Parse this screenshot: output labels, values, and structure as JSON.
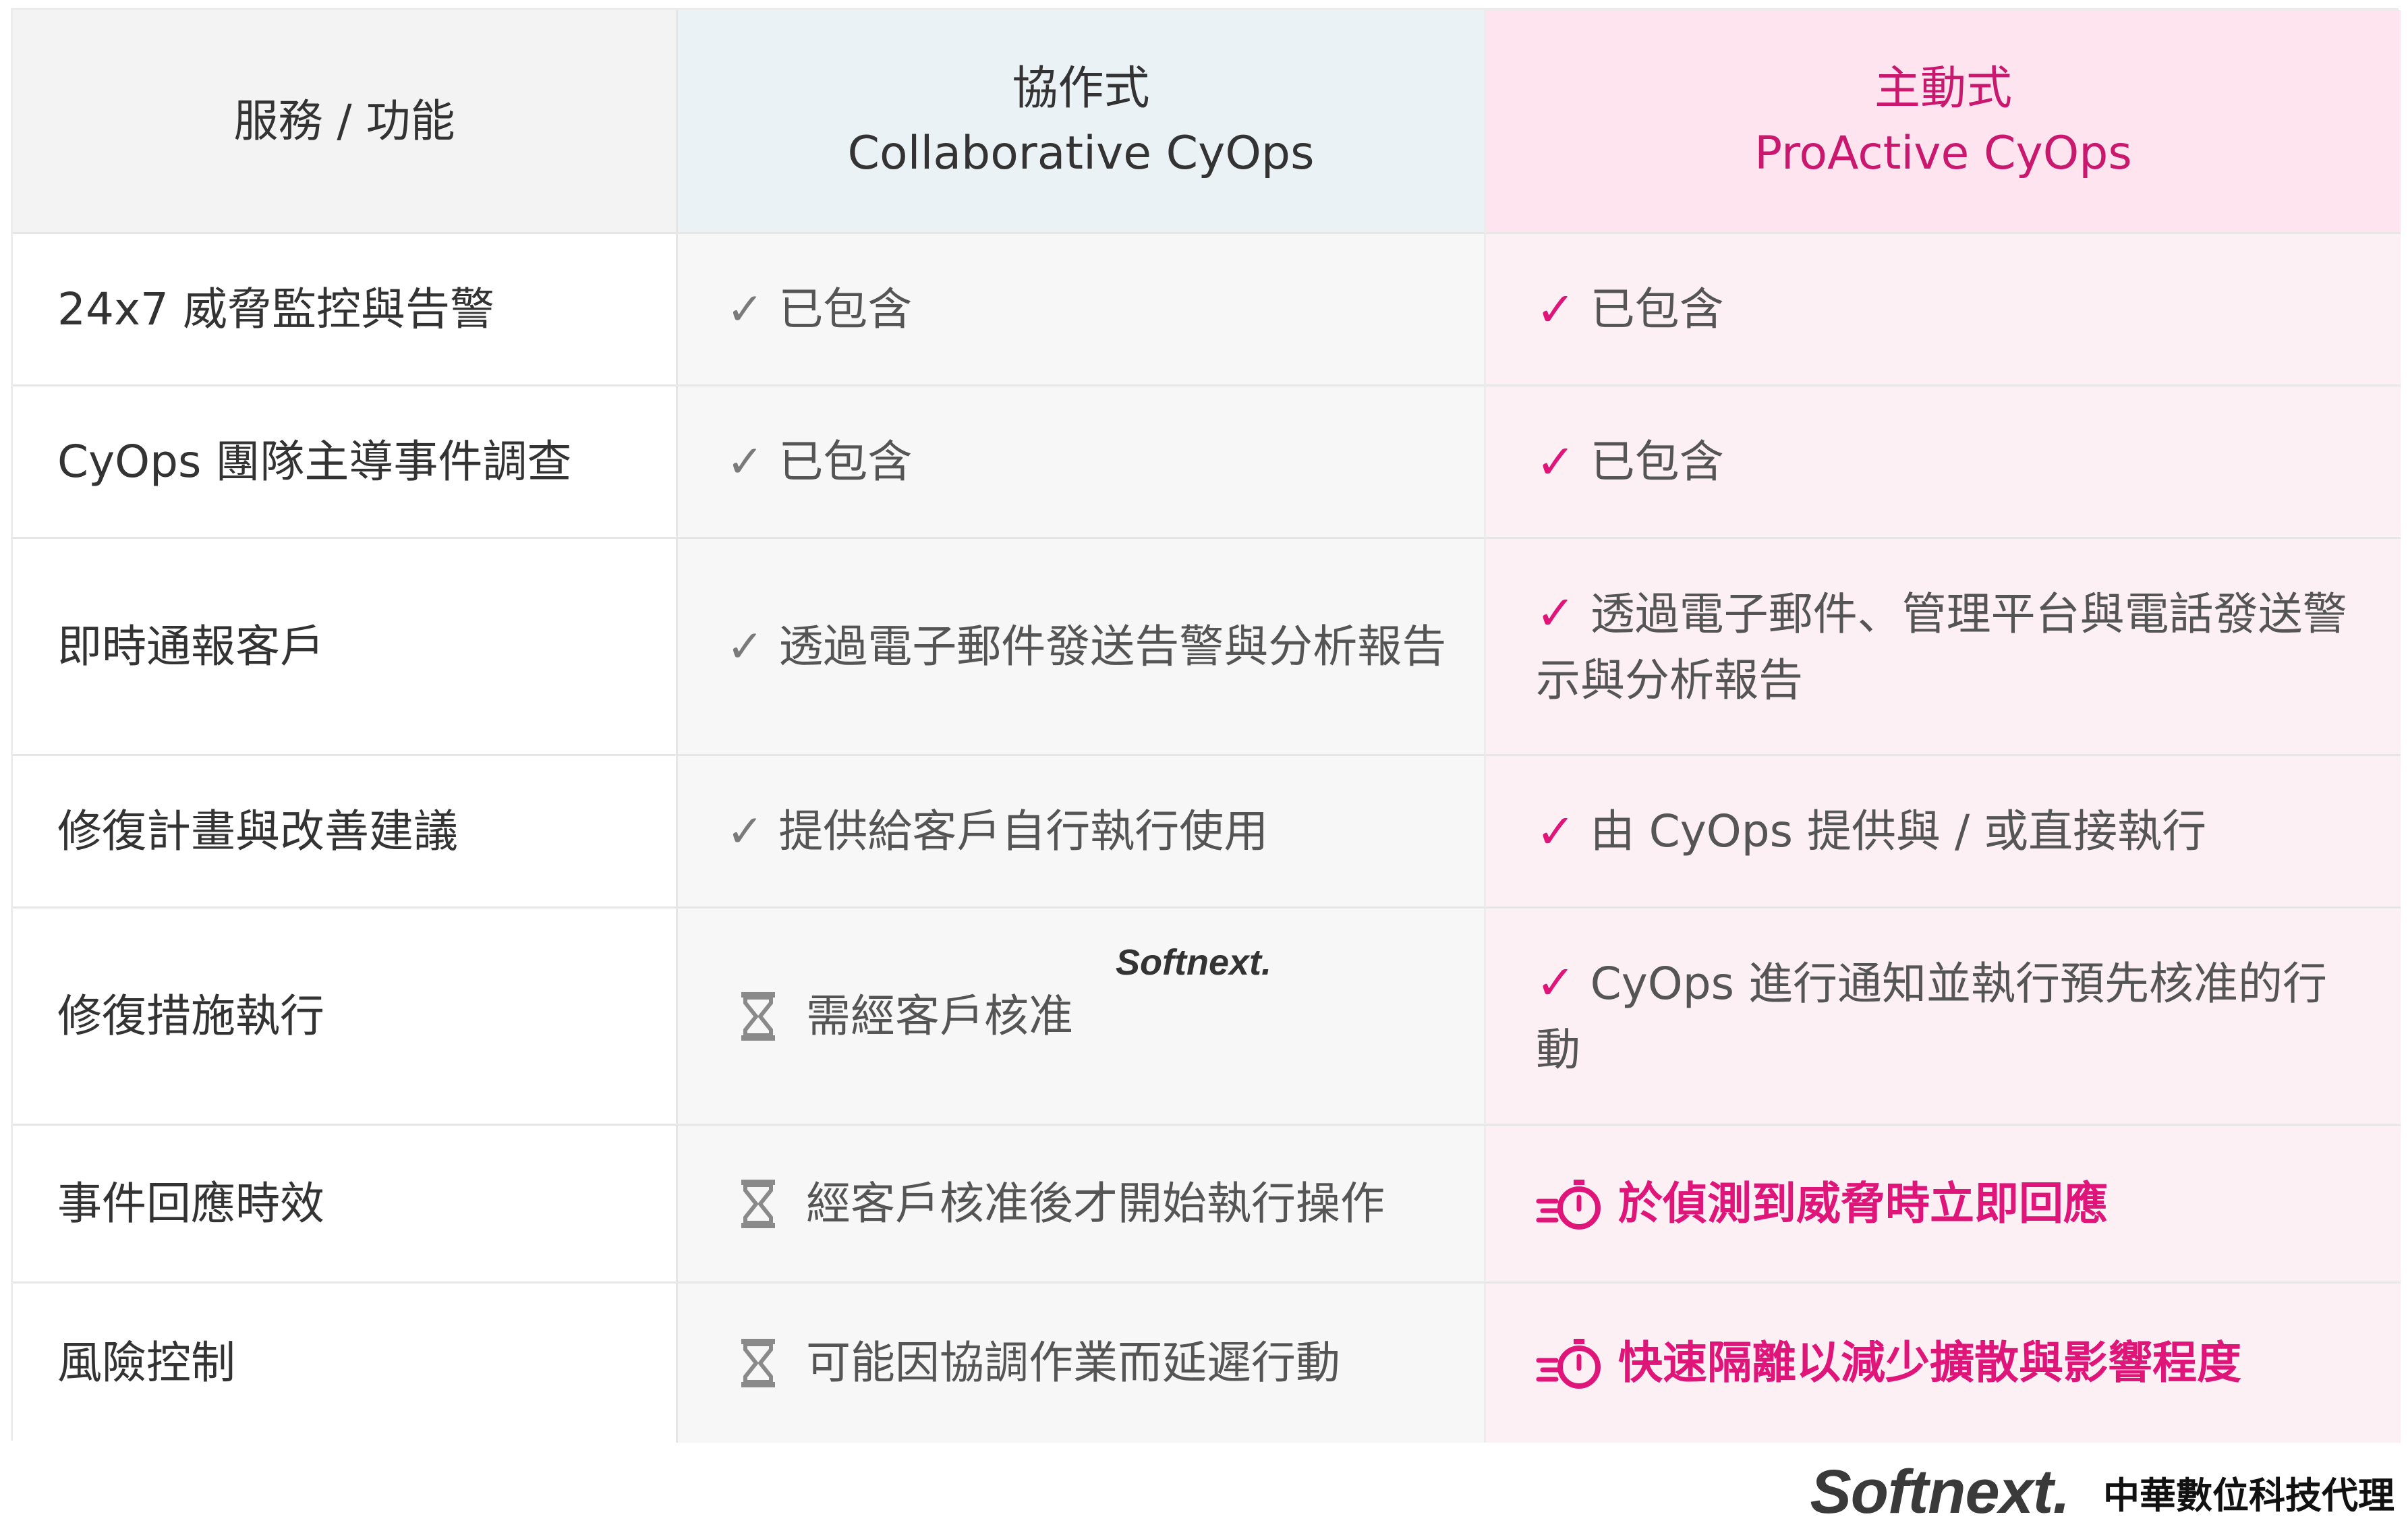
{
  "header": {
    "col1": "服務 / 功能",
    "col2_line1": "協作式",
    "col2_line2": "Collaborative CyOps",
    "col3_line1": "主動式",
    "col3_line2": "ProActive CyOps"
  },
  "rows": [
    {
      "feature": "24x7 威脅監控與告警",
      "collab": "已包含",
      "proactive": "已包含"
    },
    {
      "feature": "CyOps 團隊主導事件調查",
      "collab": "已包含",
      "proactive": "已包含"
    },
    {
      "feature": "即時通報客戶",
      "collab": "透過電子郵件發送告警與分析報告",
      "proactive": "透過電子郵件、管理平台與電話發送警示與分析報告"
    },
    {
      "feature": "修復計畫與改善建議",
      "collab": "提供給客戶自行執行使用",
      "proactive": "由 CyOps 提供與 / 或直接執行"
    },
    {
      "feature": "修復措施執行",
      "collab": "需經客戶核准",
      "proactive": "CyOps 進行通知並執行預先核准的行動"
    },
    {
      "feature": "事件回應時效",
      "collab": "經客戶核准後才開始執行操作",
      "proactive": "於偵測到威脅時立即回應"
    },
    {
      "feature": "風險控制",
      "collab": "可能因協調作業而延遲行動",
      "proactive": "快速隔離以減少擴散與影響程度"
    }
  ],
  "icons": {
    "check": "✓",
    "collab_pending": "hourglass-icon",
    "proactive_fast": "fast-clock-icon"
  },
  "colors": {
    "accent": "#e0157a",
    "collab_header_bg": "#ebf2f5",
    "proactive_header_bg": "#fde4ef"
  },
  "watermark": "Softnext.",
  "footer": {
    "logo": "Softnext.",
    "text": "中華數位科技代理"
  }
}
